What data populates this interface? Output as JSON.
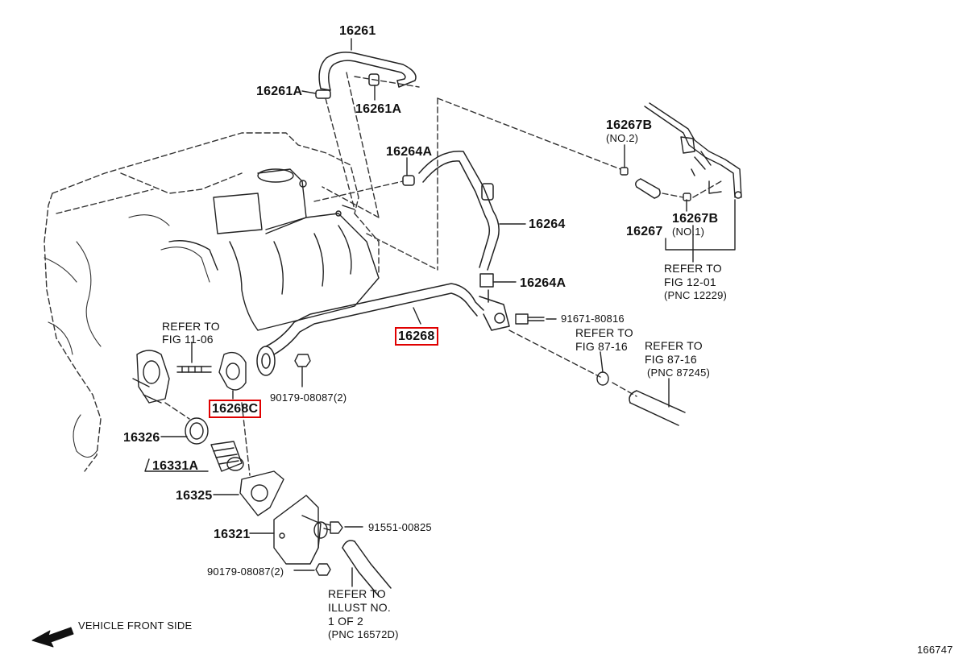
{
  "highlight_color": "#e00000",
  "labels": {
    "p16261": "16261",
    "p16261a_l": "16261A",
    "p16261a_r": "16261A",
    "p16264a_t": "16264A",
    "p16264": "16264",
    "p16264a_b": "16264A",
    "p16267b_t": "16267B",
    "no2": "(NO.2)",
    "p16267b_b": "16267B",
    "p16267": "16267",
    "no1": "(NO.1)",
    "ref_1201_a": "REFER TO",
    "ref_1201_b": "FIG 12-01",
    "ref_1201_c": "(PNC 12229)",
    "p91671": "91671-80816",
    "ref_8716a_a": "REFER TO",
    "ref_8716a_b": "FIG 87-16",
    "ref_8716b_a": "REFER TO",
    "ref_8716b_b": "FIG 87-16",
    "ref_8716b_c": "(PNC 87245)",
    "p16268": "16268",
    "ref_1106_a": "REFER TO",
    "ref_1106_b": "FIG 11-06",
    "p16268c": "16268C",
    "p90179_t": "90179-08087(2)",
    "p16326": "16326",
    "p16331a": "16331A",
    "p16325": "16325",
    "p91551": "91551-00825",
    "p16321": "16321",
    "p90179_b": "90179-08087(2)",
    "ref_ill_a": "REFER TO",
    "ref_ill_b": "ILLUST NO.",
    "ref_ill_c": "1 OF 2",
    "ref_ill_d": "(PNC 16572D)",
    "front": "VEHICLE FRONT SIDE",
    "fig_no": "166747"
  },
  "icons": {
    "front_arrow": "left-arrow-icon"
  }
}
